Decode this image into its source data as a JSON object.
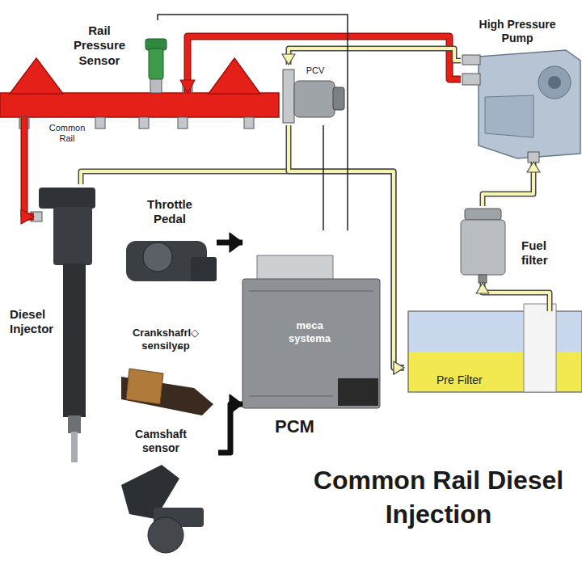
{
  "diagram": {
    "title": "Common Rail Diesel Injection",
    "nodes": [
      {
        "text": [
          "Common Rail"
        ]
      },
      {
        "text": [
          "Rail Pressure Sensor"
        ]
      },
      {
        "text": [
          "PCV"
        ]
      },
      {
        "text": [
          "High Pressure Pump"
        ]
      },
      {
        "text": [
          "Diesel Injector"
        ]
      },
      {
        "text": [
          "Fuel filter"
        ]
      },
      {
        "text": [
          "Pre Filter"
        ]
      },
      {
        "text": [
          "meca systema",
          "PCM"
        ]
      },
      {
        "text": [
          "Throttle Pedal"
        ]
      },
      {
        "text": [
          "Crankshafrl◇ sensilyɕp"
        ]
      },
      {
        "text": [
          "Camshaft sensor"
        ]
      }
    ],
    "edges": [
      {
        "from": 3,
        "to": 0,
        "arrow": "to"
      },
      {
        "from": 0,
        "to": 4,
        "arrow": "to"
      },
      {
        "from": 6,
        "to": 5,
        "arrow": "to"
      },
      {
        "from": 5,
        "to": 3,
        "arrow": "to"
      },
      {
        "from": 3,
        "to": 2,
        "arrow": "to"
      },
      {
        "from": 4,
        "to": 6,
        "arrow": "to"
      },
      {
        "from": 2,
        "to": 6,
        "arrow": "to"
      },
      {
        "from": 8,
        "to": 7,
        "arrow": "to"
      },
      {
        "from": 10,
        "to": 7,
        "arrow": "to"
      },
      {
        "from": 7,
        "to": 2,
        "arrow": "none"
      },
      {
        "from": 7,
        "to": 1,
        "arrow": "none"
      }
    ]
  }
}
